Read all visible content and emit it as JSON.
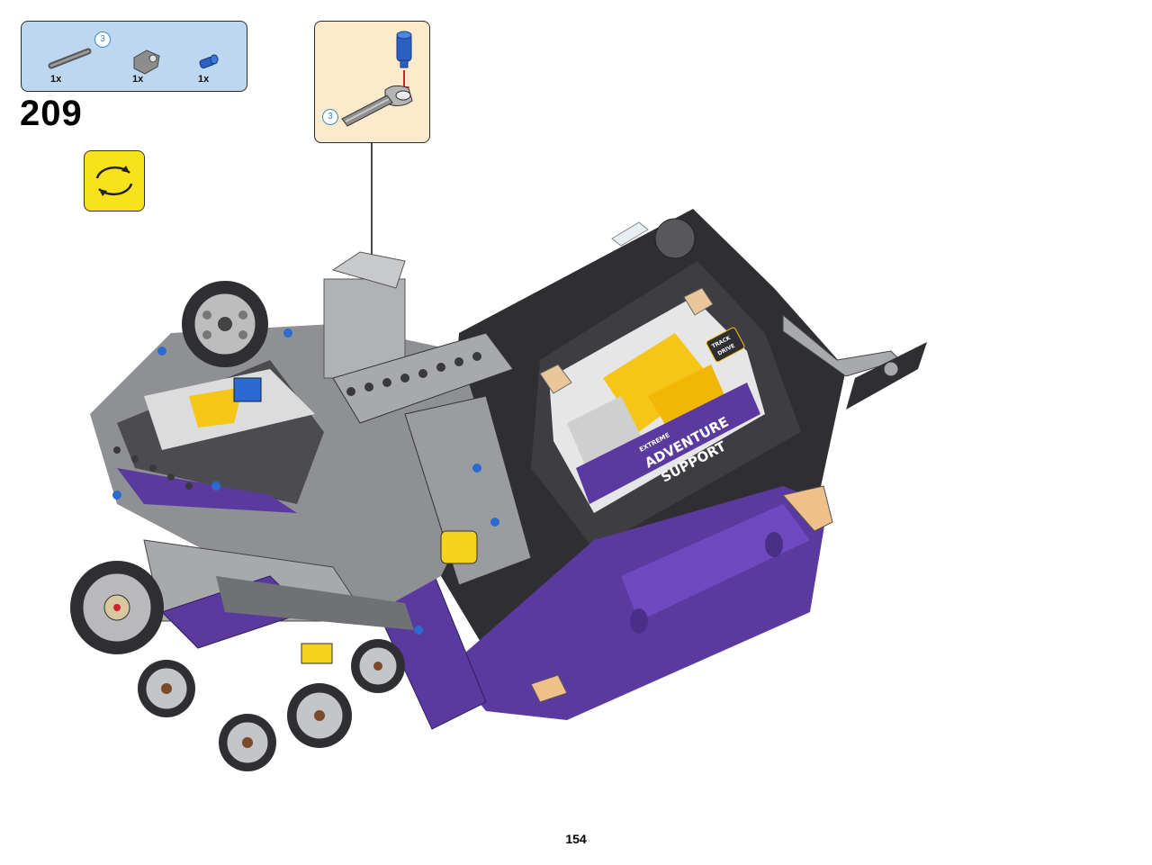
{
  "parts_list": {
    "items": [
      {
        "name": "axle",
        "quantity": "1x",
        "length_badge": "3"
      },
      {
        "name": "connector",
        "quantity": "1x"
      },
      {
        "name": "pin",
        "quantity": "1x"
      }
    ]
  },
  "step": {
    "number": "209"
  },
  "rotate_model": {
    "icon": "rotate-arrows-icon"
  },
  "subassembly": {
    "length_badge": "3"
  },
  "decal": {
    "line1": "EXTREME",
    "line2": "ADVENTURE",
    "line3": "SUPPORT",
    "badge_line1": "TRACK",
    "badge_line2": "DRIVE"
  },
  "page": {
    "number": "154"
  },
  "colors": {
    "parts_box": "#bcd7ef",
    "subassembly_box": "#fbeacb",
    "rotate_box": "#f7e21b",
    "purple": "#5b3aa0",
    "dark_grey": "#2f2f33",
    "light_grey": "#a7a9ac",
    "yellow": "#f5d21b",
    "blue": "#2a6ad1",
    "arrow_red": "#d4222a"
  }
}
